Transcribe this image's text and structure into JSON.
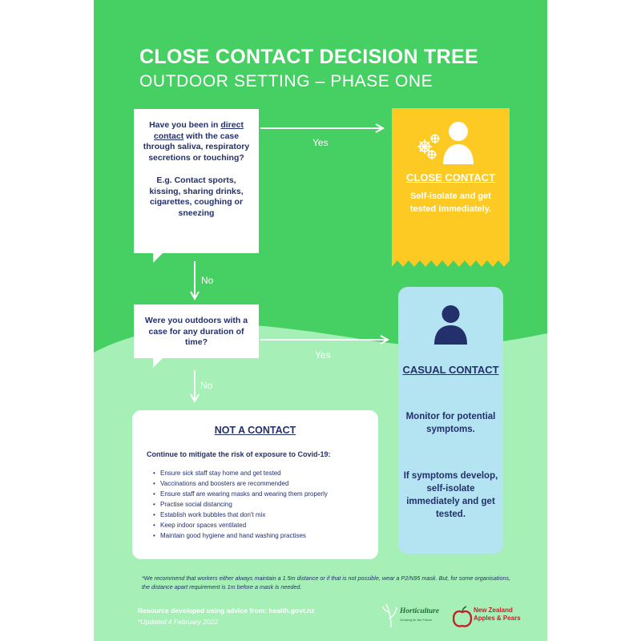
{
  "poster": {
    "title": "CLOSE CONTACT DECISION TREE",
    "subtitle": "OUTDOOR SETTING – PHASE ONE",
    "colors": {
      "background_green": "#46cf62",
      "light_green": "#a6f0b8",
      "close_contact_yellow": "#fdc923",
      "casual_contact_blue": "#b4e3f2",
      "navy": "#23306b"
    }
  },
  "question1": {
    "text_before": "Have you been in ",
    "text_link": "direct contact",
    "text_after": " with the case through saliva, respiratory secretions or touching?",
    "example": "E.g. Contact sports, kissing, sharing drinks, cigarettes, coughing or sneezing"
  },
  "question2": {
    "text": "Were you outdoors with a case for any duration of time?"
  },
  "arrows": {
    "yes1": "Yes",
    "no1": "No",
    "yes2": "Yes",
    "no2": "No"
  },
  "close_contact": {
    "icon": "person-with-virus-icon",
    "title": "CLOSE CONTACT",
    "text": "Self-isolate and get tested immediately."
  },
  "casual_contact": {
    "icon": "person-icon",
    "title": "CASUAL CONTACT",
    "text1": "Monitor for potential symptoms.",
    "text2": "If symptoms develop, self-isolate immediately and get tested."
  },
  "not_a_contact": {
    "title": "NOT A CONTACT",
    "intro": "Continue to mitigate the risk of exposure to Covid-19:",
    "items": [
      "Ensure sick staff stay home and get tested",
      "Vaccinations and boosters are recommended",
      "Ensure staff are wearing masks and wearing them properly",
      "Practise social distancing",
      "Establish work bubbles that don't mix",
      "Keep indoor spaces ventilated",
      "Maintain good hygiene and hand washing practises"
    ]
  },
  "footer": {
    "footnote": "*We recommend that workers either always maintain a 1.5m distance or if that is not possible, wear a P2/N95 mask. But, for some organisations, the distance apart requirement is 1m before a mask is needed.",
    "resource": "Resource developed using advice from: health.govt.nz",
    "updated": "*Updated 4 February 2022",
    "logos": {
      "horticulture": {
        "name": "Horticulture",
        "tagline": "Growing for the Future"
      },
      "apples": {
        "name": "New Zealand Apples & Pears"
      }
    }
  }
}
